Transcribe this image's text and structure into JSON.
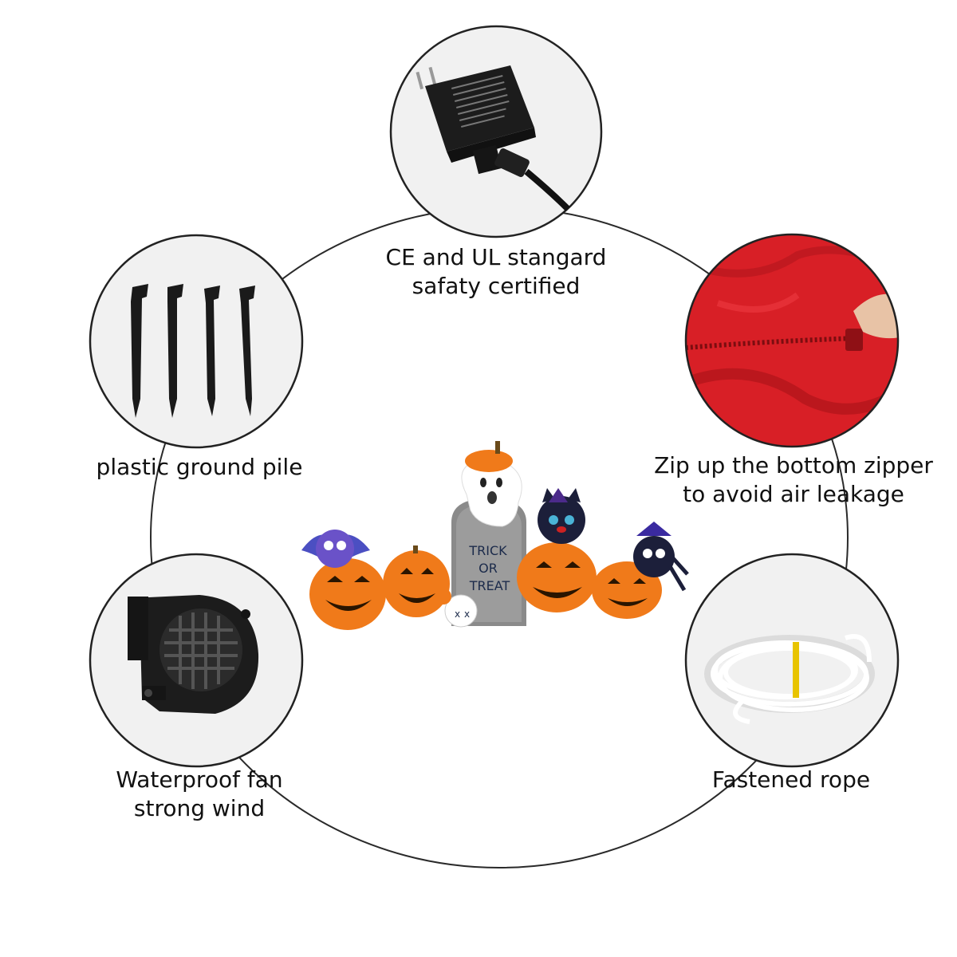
{
  "features": {
    "adapter": {
      "line1": "CE and UL stangard",
      "line2": "safaty certified",
      "icon": "power-adapter-icon"
    },
    "stakes": {
      "line1": "plastic ground pile",
      "icon": "ground-stake-icon"
    },
    "zipper": {
      "line1": "Zip up the bottom zipper",
      "line2": "to avoid air leakage",
      "icon": "zipper-icon"
    },
    "fan": {
      "line1": "Waterproof fan",
      "line2": "strong wind",
      "icon": "blower-fan-icon"
    },
    "rope": {
      "line1": "Fastened rope",
      "icon": "rope-coil-icon"
    }
  },
  "product": {
    "tombstone_line1": "TRICK",
    "tombstone_line2": "OR",
    "tombstone_line3": "TREAT"
  },
  "colors": {
    "ring": "#222222",
    "pumpkin": "#f07a1a",
    "zipper_fabric": "#d81f26",
    "plastic_black": "#1c1c1c"
  }
}
